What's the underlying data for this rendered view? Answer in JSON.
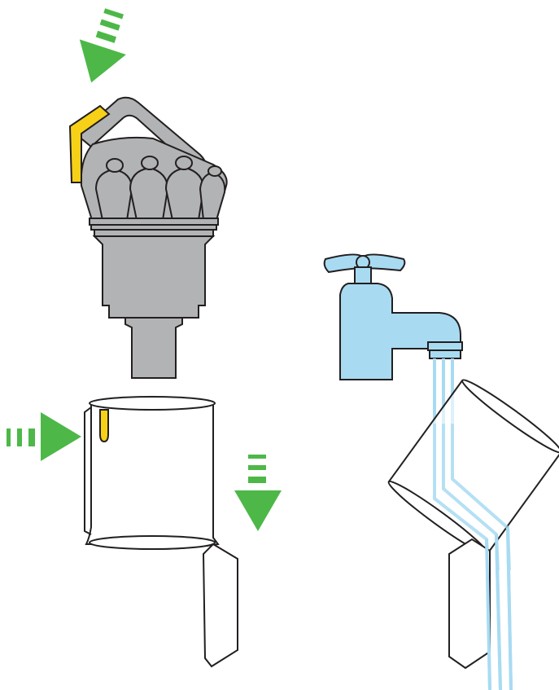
{
  "figure": {
    "kind": "instruction-illustration",
    "steps": [
      {
        "id": "release-cyclone",
        "icon": "green-arrow-down-icon"
      },
      {
        "id": "press-bin-catch",
        "icon": "green-arrow-right-icon"
      },
      {
        "id": "remove-bin",
        "icon": "green-arrow-down-icon"
      },
      {
        "id": "rinse-bin",
        "icon": "water-tap-icon"
      }
    ]
  },
  "colors": {
    "arrow_green": "#4DB848",
    "cyclone_grey": "#B2B3B5",
    "cyclone_dark_grey": "#9D9EA0",
    "latch_yellow": "#F7D117",
    "tap_blue": "#A8DBF2",
    "water_blue": "#A8DBF2",
    "outline": "#231F20",
    "bin_fill": "#FFFFFF"
  }
}
